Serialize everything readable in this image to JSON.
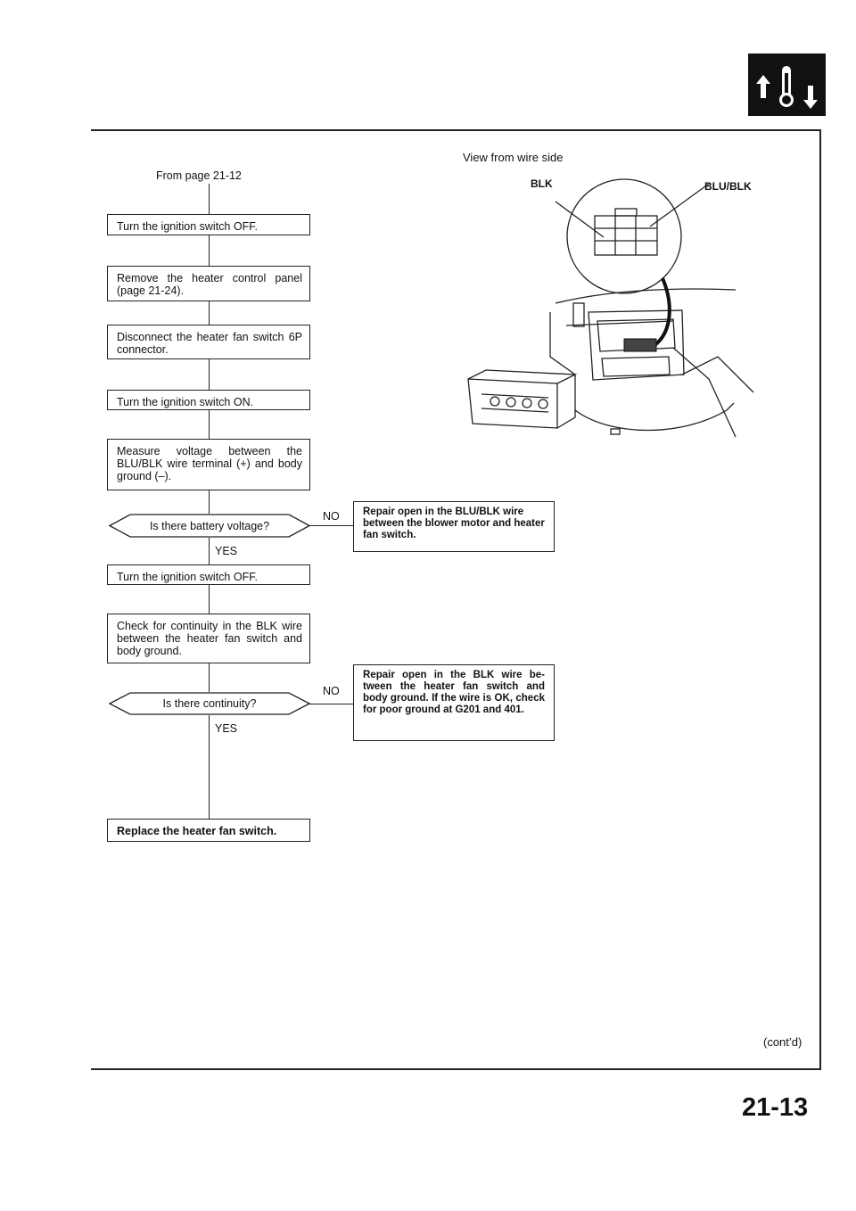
{
  "header": {
    "icon": "thermometer-up-down-icon"
  },
  "flowchart": {
    "from": "From page 21-12",
    "steps": [
      "Turn the ignition switch OFF.",
      "Remove the heater control panel (page 21-24).",
      "Disconnect the heater fan switch 6P connector.",
      "Turn the ignition switch ON.",
      "Measure voltage between the BLU/BLK wire terminal (+) and body ground (–).",
      "Turn the ignition switch OFF.",
      "Check for continuity in the BLK wire between the heater fan switch and body ground.",
      "Replace the heater fan switch."
    ],
    "decisions": [
      {
        "question": "Is there battery voltage?",
        "yes": "YES",
        "no": "NO",
        "no_action": "Repair open in the BLU/BLK wire between the blower motor and heater fan switch."
      },
      {
        "question": "Is there continuity?",
        "yes": "YES",
        "no": "NO",
        "no_action": "Repair open in the BLK wire be-tween the heater fan switch and body ground. If the wire is OK, check for poor ground at G201 and 401."
      }
    ]
  },
  "illustration": {
    "caption": "View from wire side",
    "label_left": "BLK",
    "label_right": "BLU/BLK"
  },
  "footer": {
    "contd": "(cont’d)",
    "page_number": "21-13"
  }
}
